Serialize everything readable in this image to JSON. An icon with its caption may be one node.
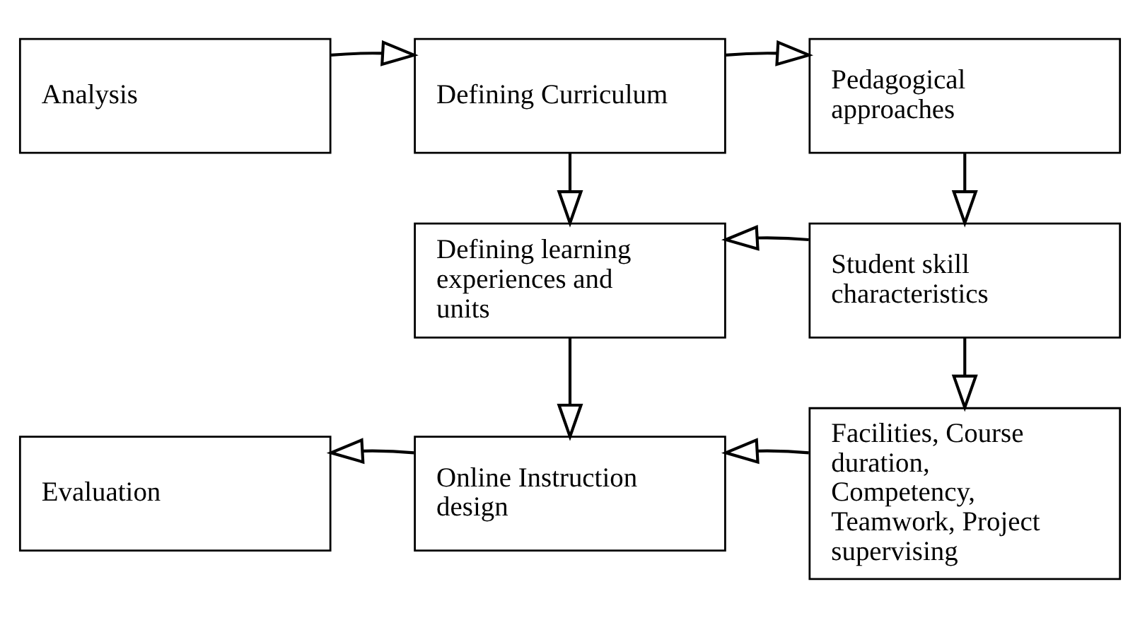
{
  "diagram": {
    "nodes": [
      {
        "text": [
          "Analysis"
        ]
      },
      {
        "text": [
          "Defining Curriculum"
        ]
      },
      {
        "text": [
          "Pedagogical approaches"
        ]
      },
      {
        "text": [
          "Student skill characteristics"
        ]
      },
      {
        "text": [
          "Defining learning experiences and units"
        ]
      },
      {
        "text": [
          "Facilities, Course duration, Competency, Teamwork, Project supervising"
        ]
      },
      {
        "text": [
          "Online Instruction design"
        ]
      },
      {
        "text": [
          "Evaluation"
        ]
      }
    ],
    "edges": [
      {
        "from": 0,
        "to": 1,
        "arrow": "to"
      },
      {
        "from": 1,
        "to": 2,
        "arrow": "to"
      },
      {
        "from": 1,
        "to": 4,
        "arrow": "to"
      },
      {
        "from": 2,
        "to": 3,
        "arrow": "to"
      },
      {
        "from": 3,
        "to": 4,
        "arrow": "to"
      },
      {
        "from": 3,
        "to": 5,
        "arrow": "to"
      },
      {
        "from": 4,
        "to": 6,
        "arrow": "to"
      },
      {
        "from": 5,
        "to": 6,
        "arrow": "to"
      },
      {
        "from": 6,
        "to": 7,
        "arrow": "to"
      }
    ]
  }
}
